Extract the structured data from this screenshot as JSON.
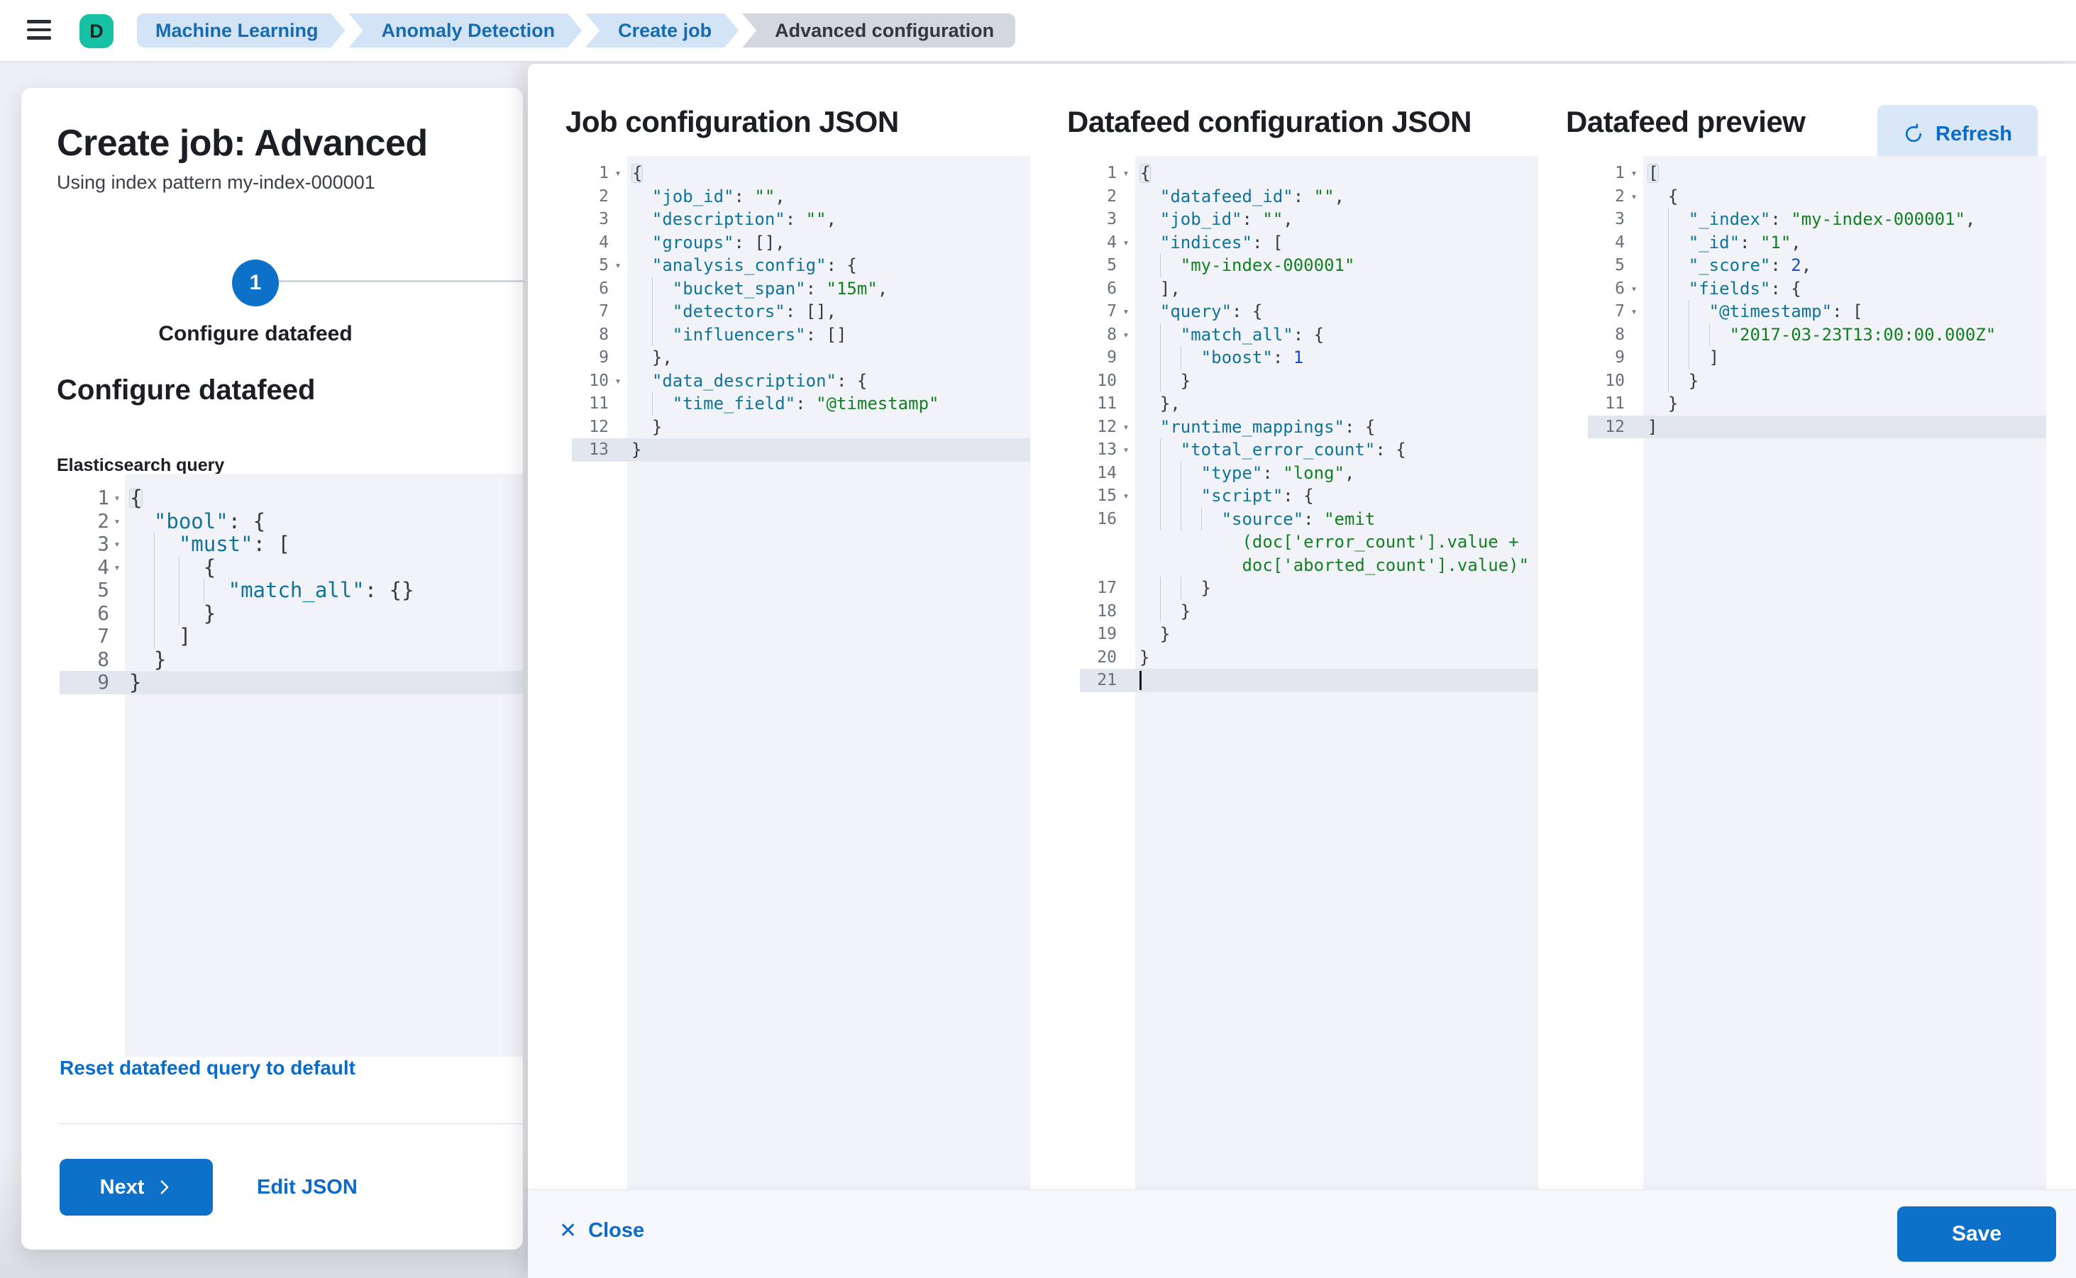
{
  "topbar": {
    "avatar_initial": "D",
    "breadcrumbs": [
      {
        "label": "Machine Learning"
      },
      {
        "label": "Anomaly Detection"
      },
      {
        "label": "Create job"
      },
      {
        "label": "Advanced configuration"
      }
    ]
  },
  "wizard": {
    "title": "Create job: Advanced",
    "subtitle": "Using index pattern my-index-000001",
    "step_number": "1",
    "step_label": "Configure datafeed",
    "section_heading": "Configure datafeed",
    "query_label": "Elasticsearch query",
    "reset_link": "Reset datafeed query to default",
    "next_button": "Next",
    "edit_json_link": "Edit JSON"
  },
  "flyout": {
    "panels": [
      {
        "title": "Job configuration JSON"
      },
      {
        "title": "Datafeed configuration JSON"
      },
      {
        "title": "Datafeed preview"
      }
    ],
    "refresh_button": "Refresh",
    "footer": {
      "close_label": "Close",
      "save_label": "Save"
    }
  },
  "colors": {
    "primary_button": "#0d71c9",
    "link": "#0b6bcb",
    "avatar_bg": "#16c2a3",
    "breadcrumb_blue_bg": "#d2e4f6",
    "breadcrumb_blue_text": "#196bb0",
    "breadcrumb_gray_bg": "#d3d7df",
    "editor_bg": "#f1f3f8",
    "editor_active_line": "#e2e7ef",
    "code_key": "#0f7499",
    "code_string": "#128022",
    "code_number": "#164bcc"
  },
  "editors": {
    "es_query": {
      "lines": [
        {
          "n": 1,
          "fold": true,
          "ind": 0,
          "tk": [
            [
              "pb",
              "{"
            ]
          ]
        },
        {
          "n": 2,
          "fold": true,
          "ind": 1,
          "tk": [
            [
              "k",
              "\"bool\""
            ],
            [
              "p",
              ": {"
            ]
          ]
        },
        {
          "n": 3,
          "fold": true,
          "ind": 2,
          "tk": [
            [
              "k",
              "\"must\""
            ],
            [
              "p",
              ": ["
            ]
          ]
        },
        {
          "n": 4,
          "fold": true,
          "ind": 3,
          "tk": [
            [
              "p",
              "{"
            ]
          ]
        },
        {
          "n": 5,
          "ind": 4,
          "tk": [
            [
              "k",
              "\"match_all\""
            ],
            [
              "p",
              ": {}"
            ]
          ]
        },
        {
          "n": 6,
          "ind": 3,
          "tk": [
            [
              "p",
              "}"
            ]
          ]
        },
        {
          "n": 7,
          "ind": 2,
          "tk": [
            [
              "p",
              "]"
            ]
          ]
        },
        {
          "n": 8,
          "ind": 1,
          "tk": [
            [
              "p",
              "}"
            ]
          ]
        },
        {
          "n": 9,
          "ind": 0,
          "hl": true,
          "tk": [
            [
              "p",
              "}"
            ]
          ]
        }
      ]
    },
    "job_config": {
      "lines": [
        {
          "n": 1,
          "fold": true,
          "ind": 0,
          "tk": [
            [
              "pb",
              "{"
            ]
          ]
        },
        {
          "n": 2,
          "ind": 1,
          "tk": [
            [
              "k",
              "\"job_id\""
            ],
            [
              "p",
              ": "
            ],
            [
              "s",
              "\"\""
            ],
            [
              "p",
              ","
            ]
          ]
        },
        {
          "n": 3,
          "ind": 1,
          "tk": [
            [
              "k",
              "\"description\""
            ],
            [
              "p",
              ": "
            ],
            [
              "s",
              "\"\""
            ],
            [
              "p",
              ","
            ]
          ]
        },
        {
          "n": 4,
          "ind": 1,
          "tk": [
            [
              "k",
              "\"groups\""
            ],
            [
              "p",
              ": [],"
            ]
          ]
        },
        {
          "n": 5,
          "fold": true,
          "ind": 1,
          "tk": [
            [
              "k",
              "\"analysis_config\""
            ],
            [
              "p",
              ": {"
            ]
          ]
        },
        {
          "n": 6,
          "ind": 2,
          "tk": [
            [
              "k",
              "\"bucket_span\""
            ],
            [
              "p",
              ": "
            ],
            [
              "s",
              "\"15m\""
            ],
            [
              "p",
              ","
            ]
          ]
        },
        {
          "n": 7,
          "ind": 2,
          "tk": [
            [
              "k",
              "\"detectors\""
            ],
            [
              "p",
              ": [],"
            ]
          ]
        },
        {
          "n": 8,
          "ind": 2,
          "tk": [
            [
              "k",
              "\"influencers\""
            ],
            [
              "p",
              ": []"
            ]
          ]
        },
        {
          "n": 9,
          "ind": 1,
          "tk": [
            [
              "p",
              "},"
            ]
          ]
        },
        {
          "n": 10,
          "fold": true,
          "ind": 1,
          "tk": [
            [
              "k",
              "\"data_description\""
            ],
            [
              "p",
              ": {"
            ]
          ]
        },
        {
          "n": 11,
          "ind": 2,
          "tk": [
            [
              "k",
              "\"time_field\""
            ],
            [
              "p",
              ": "
            ],
            [
              "s",
              "\"@timestamp\""
            ]
          ]
        },
        {
          "n": 12,
          "ind": 1,
          "tk": [
            [
              "p",
              "}"
            ]
          ]
        },
        {
          "n": 13,
          "ind": 0,
          "hl": true,
          "tk": [
            [
              "p",
              "}"
            ]
          ]
        }
      ]
    },
    "datafeed_config": {
      "lines": [
        {
          "n": 1,
          "fold": true,
          "ind": 0,
          "tk": [
            [
              "pb",
              "{"
            ]
          ]
        },
        {
          "n": 2,
          "ind": 1,
          "tk": [
            [
              "k",
              "\"datafeed_id\""
            ],
            [
              "p",
              ": "
            ],
            [
              "s",
              "\"\""
            ],
            [
              "p",
              ","
            ]
          ]
        },
        {
          "n": 3,
          "ind": 1,
          "tk": [
            [
              "k",
              "\"job_id\""
            ],
            [
              "p",
              ": "
            ],
            [
              "s",
              "\"\""
            ],
            [
              "p",
              ","
            ]
          ]
        },
        {
          "n": 4,
          "fold": true,
          "ind": 1,
          "tk": [
            [
              "k",
              "\"indices\""
            ],
            [
              "p",
              ": ["
            ]
          ]
        },
        {
          "n": 5,
          "ind": 2,
          "tk": [
            [
              "s",
              "\"my-index-000001\""
            ]
          ]
        },
        {
          "n": 6,
          "ind": 1,
          "tk": [
            [
              "p",
              "],"
            ]
          ]
        },
        {
          "n": 7,
          "fold": true,
          "ind": 1,
          "tk": [
            [
              "k",
              "\"query\""
            ],
            [
              "p",
              ": {"
            ]
          ]
        },
        {
          "n": 8,
          "fold": true,
          "ind": 2,
          "tk": [
            [
              "k",
              "\"match_all\""
            ],
            [
              "p",
              ": {"
            ]
          ]
        },
        {
          "n": 9,
          "ind": 3,
          "tk": [
            [
              "k",
              "\"boost\""
            ],
            [
              "p",
              ": "
            ],
            [
              "n",
              "1"
            ]
          ]
        },
        {
          "n": 10,
          "ind": 2,
          "tk": [
            [
              "p",
              "}"
            ]
          ]
        },
        {
          "n": 11,
          "ind": 1,
          "tk": [
            [
              "p",
              "},"
            ]
          ]
        },
        {
          "n": 12,
          "fold": true,
          "ind": 1,
          "tk": [
            [
              "k",
              "\"runtime_mappings\""
            ],
            [
              "p",
              ": {"
            ]
          ]
        },
        {
          "n": 13,
          "fold": true,
          "ind": 2,
          "tk": [
            [
              "k",
              "\"total_error_count\""
            ],
            [
              "p",
              ": {"
            ]
          ]
        },
        {
          "n": 14,
          "ind": 3,
          "tk": [
            [
              "k",
              "\"type\""
            ],
            [
              "p",
              ": "
            ],
            [
              "s",
              "\"long\""
            ],
            [
              "p",
              ","
            ]
          ]
        },
        {
          "n": 15,
          "fold": true,
          "ind": 3,
          "tk": [
            [
              "k",
              "\"script\""
            ],
            [
              "p",
              ": {"
            ]
          ]
        },
        {
          "n": 16,
          "ind": 4,
          "tk": [
            [
              "k",
              "\"source\""
            ],
            [
              "p",
              ": "
            ],
            [
              "s",
              "\"emit"
            ]
          ]
        },
        {
          "n": "",
          "pad": 10,
          "tk": [
            [
              "s",
              "(doc['error_count'].value +"
            ]
          ]
        },
        {
          "n": "",
          "pad": 10,
          "tk": [
            [
              "s",
              "doc['aborted_count'].value)\""
            ]
          ]
        },
        {
          "n": 17,
          "ind": 3,
          "tk": [
            [
              "p",
              "}"
            ]
          ]
        },
        {
          "n": 18,
          "ind": 2,
          "tk": [
            [
              "p",
              "}"
            ]
          ]
        },
        {
          "n": 19,
          "ind": 1,
          "tk": [
            [
              "p",
              "}"
            ]
          ]
        },
        {
          "n": 20,
          "ind": 0,
          "tk": [
            [
              "p",
              "}"
            ]
          ]
        },
        {
          "n": 21,
          "ind": 0,
          "hl": true,
          "cur": true,
          "tk": []
        }
      ]
    },
    "datafeed_preview": {
      "lines": [
        {
          "n": 1,
          "fold": true,
          "ind": 0,
          "tk": [
            [
              "pb",
              "["
            ]
          ]
        },
        {
          "n": 2,
          "fold": true,
          "ind": 1,
          "tk": [
            [
              "p",
              "{"
            ]
          ]
        },
        {
          "n": 3,
          "ind": 2,
          "tk": [
            [
              "k",
              "\"_index\""
            ],
            [
              "p",
              ": "
            ],
            [
              "s",
              "\"my-index-000001\""
            ],
            [
              "p",
              ","
            ]
          ]
        },
        {
          "n": 4,
          "ind": 2,
          "tk": [
            [
              "k",
              "\"_id\""
            ],
            [
              "p",
              ": "
            ],
            [
              "s",
              "\"1\""
            ],
            [
              "p",
              ","
            ]
          ]
        },
        {
          "n": 5,
          "ind": 2,
          "tk": [
            [
              "k",
              "\"_score\""
            ],
            [
              "p",
              ": "
            ],
            [
              "n",
              "2"
            ],
            [
              "p",
              ","
            ]
          ]
        },
        {
          "n": 6,
          "fold": true,
          "ind": 2,
          "tk": [
            [
              "k",
              "\"fields\""
            ],
            [
              "p",
              ": {"
            ]
          ]
        },
        {
          "n": 7,
          "fold": true,
          "ind": 3,
          "tk": [
            [
              "k",
              "\"@timestamp\""
            ],
            [
              "p",
              ": ["
            ]
          ]
        },
        {
          "n": 8,
          "ind": 4,
          "tk": [
            [
              "s",
              "\"2017-03-23T13:00:00.000Z\""
            ]
          ]
        },
        {
          "n": 9,
          "ind": 3,
          "tk": [
            [
              "p",
              "]"
            ]
          ]
        },
        {
          "n": 10,
          "ind": 2,
          "tk": [
            [
              "p",
              "}"
            ]
          ]
        },
        {
          "n": 11,
          "ind": 1,
          "tk": [
            [
              "p",
              "}"
            ]
          ]
        },
        {
          "n": 12,
          "ind": 0,
          "hl": true,
          "tk": [
            [
              "p",
              "]"
            ]
          ]
        }
      ]
    }
  }
}
